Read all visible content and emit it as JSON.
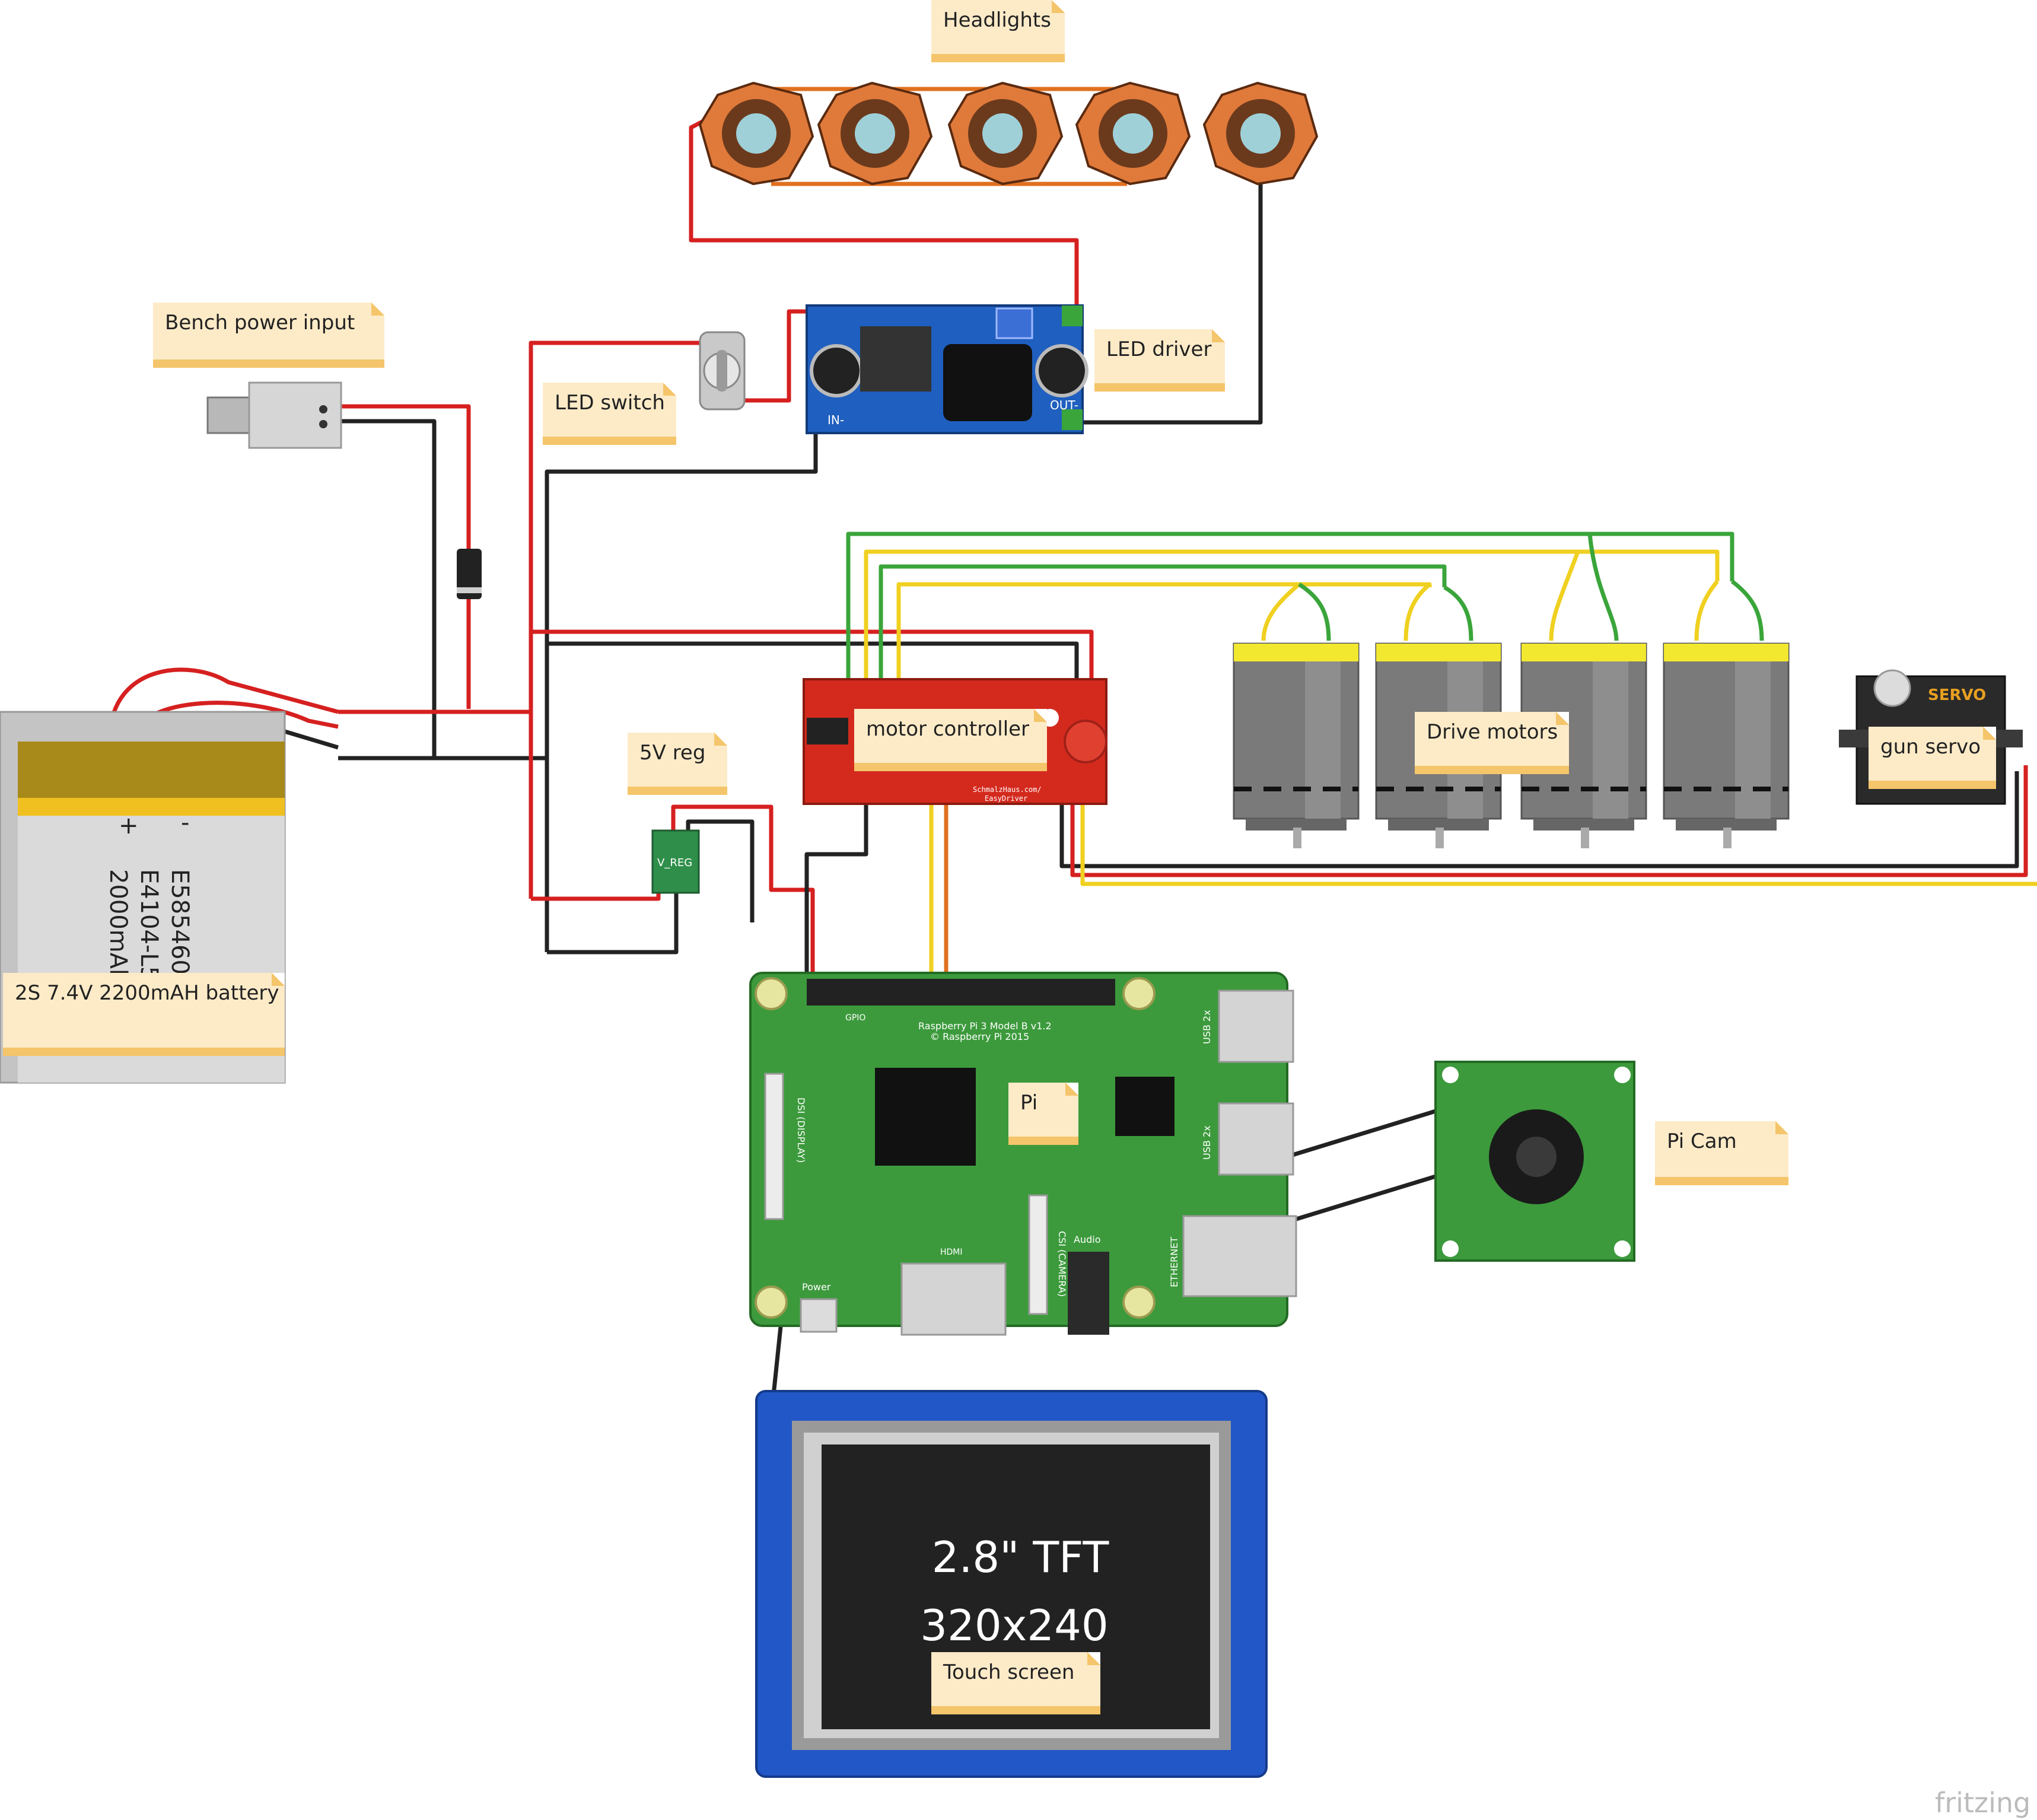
{
  "labels": {
    "headlights": "Headlights",
    "bench_power_input": "Bench power input",
    "led_driver": "LED driver",
    "led_switch": "LED switch",
    "motor_controller": "motor controller",
    "drive_motors": "Drive motors",
    "gun_servo": "gun servo",
    "five_v_reg": "5V reg",
    "battery": "2S 7.4V 2200mAH battery",
    "pi": "Pi",
    "pi_cam": "Pi Cam",
    "touch_screen": "Touch screen"
  },
  "battery_print": {
    "plus": "+",
    "minus": "-",
    "line1": "E585460",
    "line2": "E4104-L5",
    "line3": "2000mAh"
  },
  "tft": {
    "size": "2.8\" TFT",
    "resolution": "320x240"
  },
  "pi_board": {
    "model": "Raspberry Pi 3 Model B v1.2",
    "copyright": "© Raspberry Pi 2015",
    "gpio": "GPIO",
    "dsi": "DSI (DISPLAY)",
    "csi": "CSI (CAMERA)",
    "hdmi": "HDMI",
    "audio": "Audio",
    "power": "Power",
    "usb": "USB 2x",
    "ethernet": "ETHERNET"
  },
  "servo_brand": "SERVO",
  "regulator_label": "V_REG",
  "driver_pins": {
    "in": "IN-",
    "out": "OUT-"
  },
  "easydriver": {
    "site": "SchmalzHaus.com/",
    "name": "EasyDriver"
  },
  "watermark": "fritzing",
  "colors": {
    "wire_red": "#d62020",
    "wire_black": "#222222",
    "wire_green": "#3aa53a",
    "wire_yellow": "#f0d020",
    "wire_orange": "#e07020",
    "note_fill": "#fdebc8",
    "note_border": "#f4c56a",
    "pi_green": "#3c9a3c",
    "motor_controller_red": "#d42a1e",
    "led_driver_blue": "#1f5fbf"
  }
}
